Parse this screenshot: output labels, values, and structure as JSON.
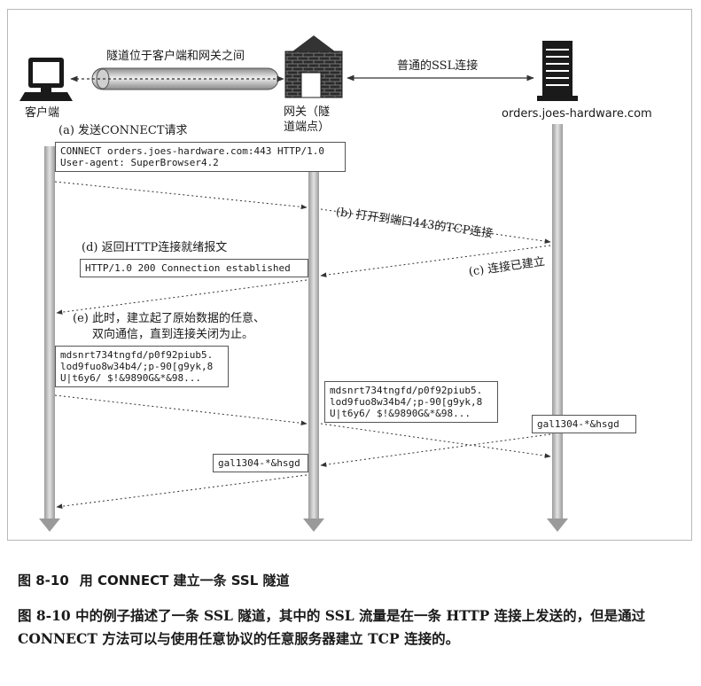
{
  "figure": {
    "tunnel_label": "隧道位于客户端和网关之间",
    "ssl_link_label": "普通的SSL连接",
    "client_label": "客户端",
    "gateway_label_line1": "网关（隧",
    "gateway_label_line2": "道端点）",
    "server_label": "orders.joes-hardware.com",
    "step_a": "(a)  发送CONNECT请求",
    "step_a_box_line1": "CONNECT orders.joes-hardware.com:443 HTTP/1.0",
    "step_a_box_line2": "User-agent: SuperBrowser4.2",
    "step_b": "(b)  打开到端口443的TCP连接",
    "step_c": "(c)  连接已建立",
    "step_d": "(d)  返回HTTP连接就绪报文",
    "step_d_box": "HTTP/1.0 200 Connection established",
    "step_e_line1": "(e)  此时，建立起了原始数据的任意、",
    "step_e_line2": "双向通信，直到连接关闭为止。",
    "data_box_line1": "mdsnrt734tngfd/p0f92piub5.",
    "data_box_line2": "lod9fuo8w34b4/;p-90[g9yk,8",
    "data_box_line3": "U|t6y6/ $!&9890G&*&98...",
    "reply_box": "gal1304-*&hsgd"
  },
  "caption": {
    "number": "图 8-10",
    "title": "用 CONNECT 建立一条 SSL 隧道"
  },
  "paragraph": "图 8-10 中的例子描述了一条 SSL 隧道，其中的 SSL 流量是在一条 HTTP 连接上发送的，但是通过 CONNECT 方法可以与使用任意协议的任意服务器建立 TCP 连接的。"
}
